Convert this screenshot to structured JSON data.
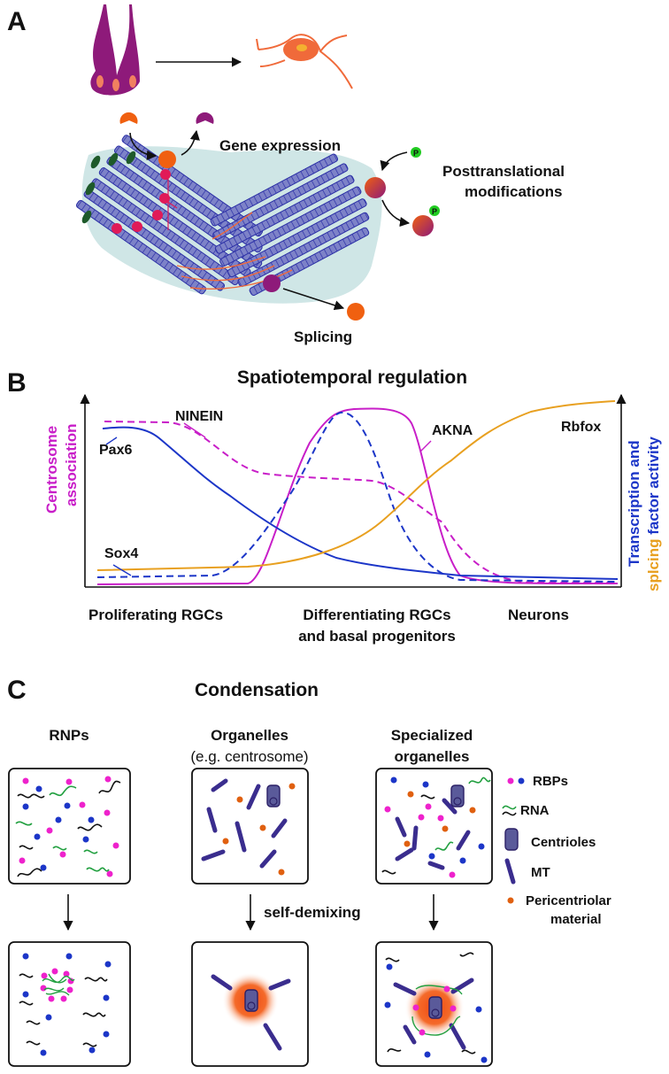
{
  "panel_a": {
    "letter": "A",
    "labels": {
      "gene_expression": "Gene expression",
      "posttranslational_line1": "Posttranslational",
      "posttranslational_line2": "modifications",
      "splicing": "Splicing",
      "phospho": "P"
    }
  },
  "panel_b": {
    "letter": "B",
    "title": "Spatiotemporal regulation",
    "left_axis_line1": "Centrosome",
    "left_axis_line2": "association",
    "right_axis_part1": "Transcription and",
    "right_axis_part2a": "splcing",
    "right_axis_part2b": " factor activity",
    "stages": {
      "s1": "Proliferating RGCs",
      "s2a": "Differentiating RGCs",
      "s2b": "and basal progenitors",
      "s3": "Neurons"
    },
    "curve_labels": {
      "ninein": "NINEIN",
      "akna": "AKNA",
      "rbfox": "Rbfox",
      "pax6": "Pax6",
      "sox4": "Sox4"
    },
    "colors": {
      "magenta": "#c81ec8",
      "blue": "#1c36c8",
      "orange": "#e8a020"
    }
  },
  "panel_c": {
    "letter": "C",
    "title": "Condensation",
    "col1": "RNPs",
    "col2_line1": "Organelles",
    "col2_line2": "(e.g. centrosome)",
    "col3_line1": "Specialized",
    "col3_line2": "organelles",
    "arrow_label": "self-demixing",
    "legend": {
      "rbps": "RBPs",
      "rna": "RNA",
      "centrioles": "Centrioles",
      "mt": "MT",
      "pcm_line1": "Pericentriolar",
      "pcm_line2": "material"
    }
  }
}
